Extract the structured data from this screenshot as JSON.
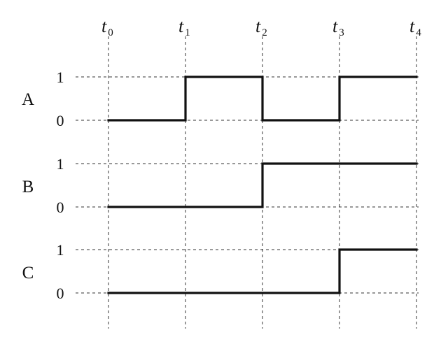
{
  "diagram": {
    "time_marks": [
      {
        "base": "t",
        "sub": "0"
      },
      {
        "base": "t",
        "sub": "1"
      },
      {
        "base": "t",
        "sub": "2"
      },
      {
        "base": "t",
        "sub": "3"
      },
      {
        "base": "t",
        "sub": "4"
      }
    ],
    "signals": [
      {
        "name": "A",
        "high_label": "1",
        "low_label": "0",
        "levels": [
          0,
          1,
          0,
          1
        ]
      },
      {
        "name": "B",
        "high_label": "1",
        "low_label": "0",
        "levels": [
          0,
          0,
          1,
          1
        ]
      },
      {
        "name": "C",
        "high_label": "1",
        "low_label": "0",
        "levels": [
          0,
          0,
          0,
          1
        ]
      }
    ]
  }
}
